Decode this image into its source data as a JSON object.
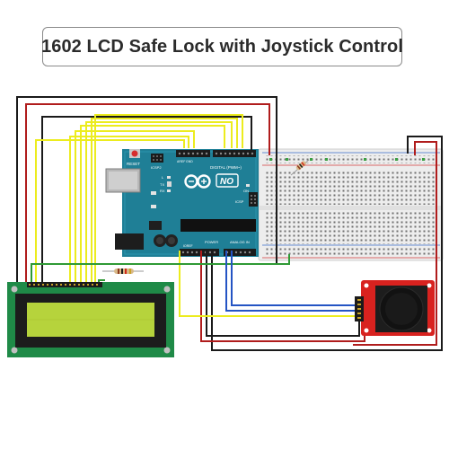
{
  "title": "1602 LCD Safe Lock with Joystick Control",
  "board": {
    "logo_text": "NO",
    "reset_label": "RESET",
    "icsp_label": "ICSP",
    "icsp2_label": "ICSP2",
    "aref_label": "AREF",
    "gnd_label": "GND",
    "tx_label": "TX",
    "rx_label": "RX",
    "l_label": "L",
    "on_label": "ON",
    "digital_label": "DIGITAL (PWM~)",
    "power_label": "POWER",
    "analog_label": "ANALOG IN",
    "ioref_label": "IOREF"
  },
  "colors": {
    "wire_black": "#1a1a1a",
    "wire_red": "#b01c1c",
    "wire_yellow": "#ecec1e",
    "wire_green": "#2f9a35",
    "wire_blue": "#2454c4",
    "arduino": "#1f7f96",
    "lcd_screen": "#b6d33c",
    "joystick_pcb": "#d8221f"
  }
}
